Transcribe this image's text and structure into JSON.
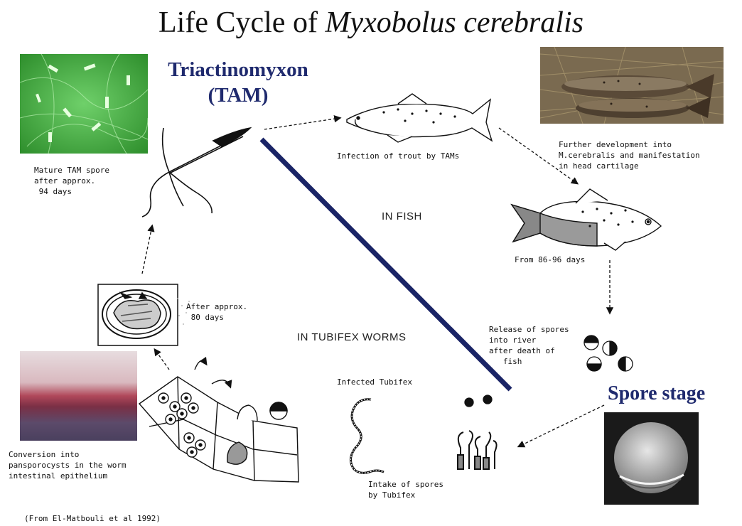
{
  "title": {
    "prefix": "Life Cycle of ",
    "italic": "Myxobolus cerebralis"
  },
  "tam_heading": {
    "line1": "Triactinomyxon",
    "line2": "(TAM)"
  },
  "spore_heading": "Spore stage",
  "regions": {
    "fish": "IN FISH",
    "worms": "IN TUBIFEX WORMS"
  },
  "captions": {
    "mature_tam": "Mature TAM spore\nafter approx.\n 94 days",
    "infection_trout": "Infection of trout by TAMs",
    "further_dev": "Further development into\nM.cerebralis and manifestation\nin head cartilage",
    "days_86_96": "From 86-96 days",
    "release_spores": "Release of spores\ninto river\nafter death of\n   fish",
    "infected_tubifex": "Infected Tubifex",
    "intake_spores": "Intake of spores\nby Tubifex",
    "after_80": "After approx.\n 80 days",
    "conversion": "Conversion into\npansporocysts in the worm\nintestinal epithelium",
    "source": "(From El-Matbouli et al 1992)"
  },
  "colors": {
    "heading_blue": "#1f2a6e",
    "divider_blue": "#1a2466",
    "micro_green": "#3fae3a",
    "tissue_red": "#b0485a",
    "fish_photo_brown": "#6a5a43"
  },
  "icons": [
    "tam-spore-icon",
    "trout-icon",
    "infected-trout-icon",
    "spore-cluster-icon",
    "tubifex-worm-icon",
    "tubifex-cluster-icon",
    "pansporocyst-icon",
    "epithelium-cells-icon",
    "cycle-arrow-icon"
  ]
}
